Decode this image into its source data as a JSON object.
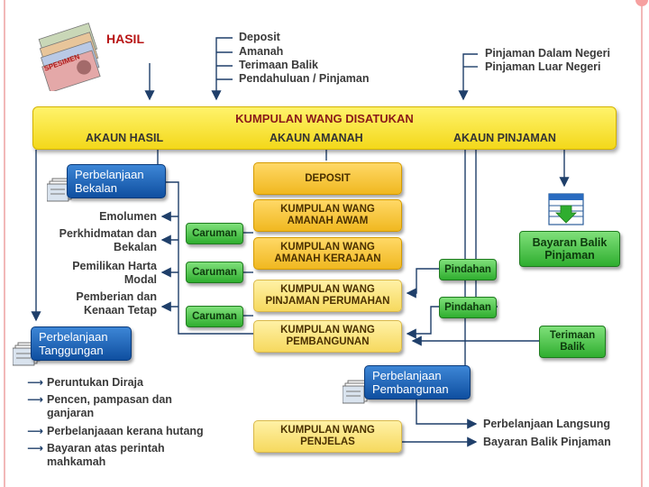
{
  "top": {
    "hasil_label": "HASIL",
    "specimen_text": "SPESIMEN",
    "deposit_sources": [
      "Deposit",
      "Amanah",
      "Terimaan Balik",
      "Pendahuluan / Pinjaman"
    ],
    "pinjaman_sources": [
      "Pinjaman Dalam Negeri",
      "Pinjaman Luar Negeri"
    ]
  },
  "banner": {
    "title": "KUMPULAN WANG DISATUKAN",
    "akaun_hasil": "AKAUN HASIL",
    "akaun_amanah": "AKAUN AMANAH",
    "akaun_pinjaman": "AKAUN PINJAMAN"
  },
  "left": {
    "perbelanjaan_bekalan": [
      "Perbelanjaan",
      "Bekalan"
    ],
    "emolumen": "Emolumen",
    "perkhidmatan": [
      "Perkhidmatan dan",
      "Bekalan"
    ],
    "pemilikan": [
      "Pemilikan Harta",
      "Modal"
    ],
    "pemberian": [
      "Pemberian dan",
      "Kenaan Tetap"
    ],
    "perbelanjaan_tanggungan": [
      "Perbelanjaan",
      "Tanggungan"
    ],
    "bullets": [
      [
        "Peruntukan Diraja"
      ],
      [
        "Pencen, pampasan dan",
        "ganjaran"
      ],
      [
        "Perbelanjaaan kerana hutang"
      ],
      [
        "Bayaran atas perintah",
        "mahkamah"
      ]
    ]
  },
  "caruman": [
    "Caruman",
    "Caruman",
    "Caruman"
  ],
  "center": {
    "deposit": "DEPOSIT",
    "kwaa": [
      "KUMPULAN WANG",
      "AMANAH AWAM"
    ],
    "kwak": [
      "KUMPULAN WANG",
      "AMANAH KERAJAAN"
    ],
    "kwpp": [
      "KUMPULAN WANG",
      "PINJAMAN PERUMAHAN"
    ],
    "kwp": [
      "KUMPULAN WANG",
      "PEMBANGUNAN"
    ],
    "kwpj": [
      "KUMPULAN WANG",
      "PENJELAS"
    ]
  },
  "right": {
    "pindahan": [
      "Pindahan",
      "Pindahan"
    ],
    "bayaran_balik": [
      "Bayaran Balik",
      "Pinjaman"
    ],
    "terimaan_balik": [
      "Terimaan",
      "Balik"
    ],
    "perbelanjaan_pembangunan": [
      "Perbelanjaan",
      "Pembangunan"
    ],
    "perbelanjaan_langsung": "Perbelanjaan Langsung",
    "bayaran_balik_pinjaman": "Bayaran Balik Pinjaman"
  },
  "colors": {
    "banner_yellow": "#f3d81a",
    "fund_box": "#f0b820",
    "green_box": "#2fae2f",
    "blue_box": "#0f4fa0",
    "title_red": "#8a1a1a",
    "arrow_navy": "#1f3f6a"
  },
  "icons": [
    "banknotes-icon",
    "document-stack-icon",
    "ledger-download-icon"
  ]
}
